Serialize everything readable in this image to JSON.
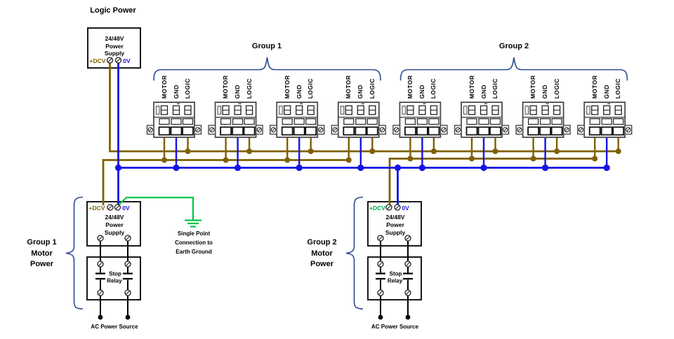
{
  "logic_power_title": "Logic Power",
  "colors": {
    "wire_olive": "#7F6000",
    "wire_blue": "#1414E6",
    "wire_green": "#00C447",
    "label_green": "#00A550",
    "brace_blue": "#2A4A8F"
  },
  "logic_supply": {
    "name_lines": [
      "24/48V",
      "Power",
      "Supply"
    ],
    "pos_terminal": "+DCV",
    "neg_terminal": "0V"
  },
  "groups": [
    {
      "header": "Group 1"
    },
    {
      "header": "Group 2"
    }
  ],
  "connectors": [
    {
      "labels": [
        "MOTOR",
        "GND",
        "LOGIC"
      ]
    },
    {
      "labels": [
        "MOTOR",
        "GND",
        "LOGIC"
      ]
    },
    {
      "labels": [
        "MOTOR",
        "GND",
        "LOGIC"
      ]
    },
    {
      "labels": [
        "MOTOR",
        "GND",
        "LOGIC"
      ]
    },
    {
      "labels": [
        "MOTOR",
        "GND",
        "LOGIC"
      ]
    },
    {
      "labels": [
        "MOTOR",
        "GND",
        "LOGIC"
      ]
    },
    {
      "labels": [
        "MOTOR",
        "GND",
        "LOGIC"
      ]
    },
    {
      "labels": [
        "MOTOR",
        "GND",
        "LOGIC"
      ]
    }
  ],
  "motor_power": [
    {
      "brace_lines": [
        "Group 1",
        "Motor",
        "Power"
      ],
      "pos_terminal": "+DCV",
      "neg_terminal": "0V",
      "supply_lines": [
        "24/48V",
        "Power",
        "Supply"
      ],
      "relay_lines": [
        "Stop",
        "Relay"
      ],
      "source_label": "AC Power Source"
    },
    {
      "brace_lines": [
        "Group 2",
        "Motor",
        "Power"
      ],
      "pos_terminal": "+DCV",
      "neg_terminal": "0V",
      "supply_lines": [
        "24/48V",
        "Power",
        "Supply"
      ],
      "relay_lines": [
        "Stop",
        "Relay"
      ],
      "source_label": "AC Power Source"
    }
  ],
  "ground_label_lines": [
    "Single Point",
    "Connection to",
    "Earth Ground"
  ]
}
